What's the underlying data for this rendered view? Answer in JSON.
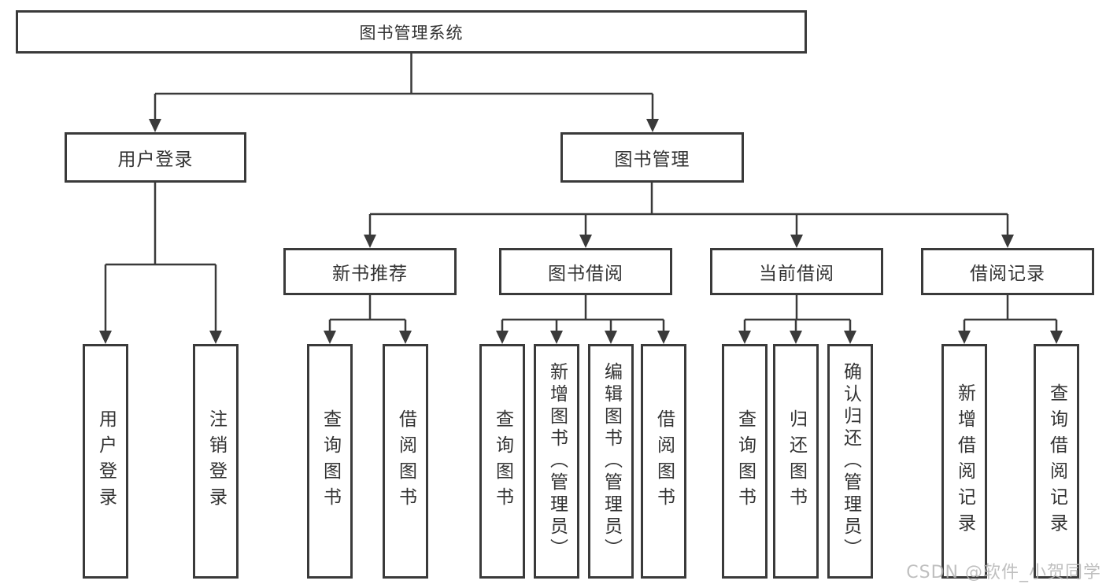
{
  "diagram": {
    "root": {
      "label": "图书管理系统"
    },
    "level2": [
      {
        "label": "用户登录"
      },
      {
        "label": "图书管理"
      }
    ],
    "level3": [
      {
        "label": "新书推荐"
      },
      {
        "label": "图书借阅"
      },
      {
        "label": "当前借阅"
      },
      {
        "label": "借阅记录"
      }
    ],
    "leaves": [
      {
        "label": "用户登录"
      },
      {
        "label": "注销登录"
      },
      {
        "label": "查询图书"
      },
      {
        "label": "借阅图书"
      },
      {
        "label": "查询图书"
      },
      {
        "label": "新增图书（管理员）"
      },
      {
        "label": "编辑图书（管理员）"
      },
      {
        "label": "借阅图书"
      },
      {
        "label": "查询图书"
      },
      {
        "label": "归还图书"
      },
      {
        "label": "确认归还（管理员）"
      },
      {
        "label": "新增借阅记录"
      },
      {
        "label": "查询借阅记录"
      }
    ]
  },
  "watermark": {
    "text": "CSDN @软件_小贺同学"
  },
  "colors": {
    "line": "#3a3a3a",
    "text": "#333333",
    "background": "#ffffff",
    "watermark": "#b5b5b5"
  }
}
